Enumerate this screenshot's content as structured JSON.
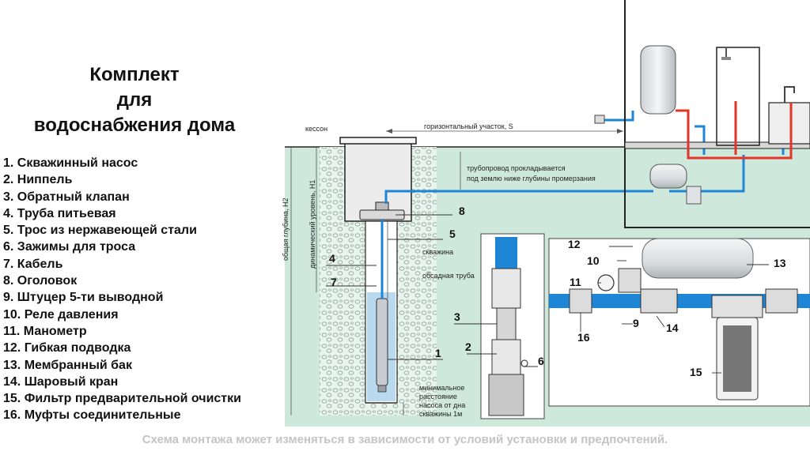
{
  "title": {
    "line1": "Комплект",
    "line2": "для",
    "line3": "водоснабжения дома"
  },
  "legend": [
    "1. Скважинный насос",
    "2. Ниппель",
    "3. Обратный клапан",
    "4. Труба питьевая",
    "5. Трос из нержавеющей стали",
    "6. Зажимы для троса",
    "7. Кабель",
    "8. Оголовок",
    "9. Штуцер 5-ти выводной",
    "10. Реле давления",
    "11. Манометр",
    "12. Гибкая подводка",
    "13. Мембранный бак",
    "14. Шаровый кран",
    "15. Фильтр предварительной очистки",
    "16. Муфты соединительные"
  ],
  "diagram_labels": {
    "caisson": "кессон",
    "horizontal": "горизонтальный участок, S",
    "pipeline_line1": "трубопровод прокладывается",
    "pipeline_line2": "под землю ниже глубины промерзания",
    "well": "скважина",
    "casing": "обсадная труба",
    "min_line1": "минимальное",
    "min_line2": "расстояние",
    "min_line3": "насоса от дна",
    "min_line4": "скважины 1м",
    "total_depth": "общая глубина, H2",
    "dynamic_level": "динамический уровень, H1"
  },
  "callouts": {
    "c1": "1",
    "c2": "2",
    "c3": "3",
    "c4": "4",
    "c5": "5",
    "c6": "6",
    "c7": "7",
    "c8": "8",
    "c9": "9",
    "c10": "10",
    "c11": "11",
    "c12": "12",
    "c13": "13",
    "c14": "14",
    "c15": "15",
    "c16": "16"
  },
  "footer": "Схема монтажа может изменяться в зависимости от условий установки и предпочтений.",
  "colors": {
    "ground": "#cfe8dc",
    "water": "#b9d9ee",
    "pipe_blue": "#1f86d6",
    "pipe_red": "#e3342a",
    "line": "#222222"
  }
}
